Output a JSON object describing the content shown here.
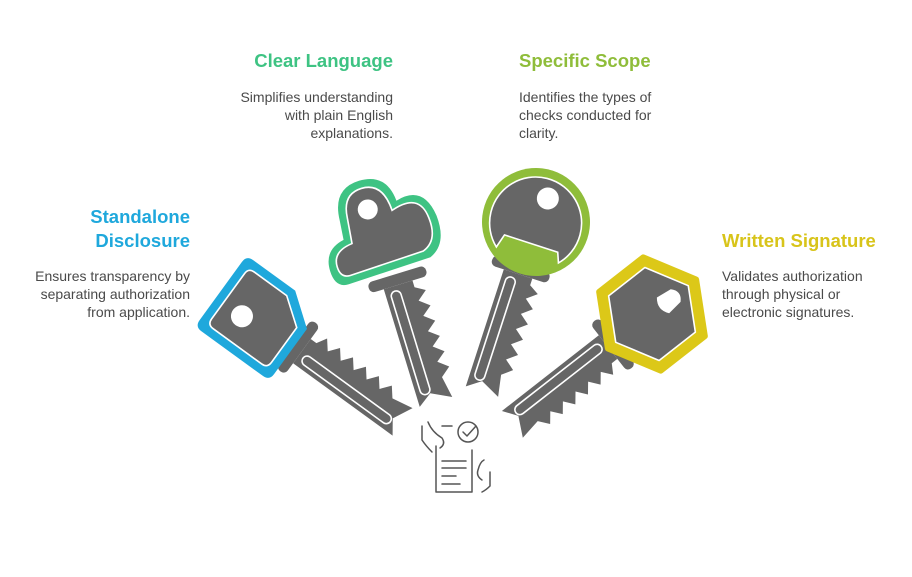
{
  "items": [
    {
      "title_lines": [
        "Standalone",
        "Disclosure"
      ],
      "desc_lines": [
        "Ensures transparency by",
        "separating authorization",
        "from application."
      ],
      "color": "#1fa8dc"
    },
    {
      "title_lines": [
        "Clear Language"
      ],
      "desc_lines": [
        "Simplifies understanding",
        "with plain English",
        "explanations."
      ],
      "color": "#3ec383"
    },
    {
      "title_lines": [
        "Specific Scope"
      ],
      "desc_lines": [
        "Identifies the types of",
        "checks conducted for",
        "clarity."
      ],
      "color": "#8fbd3a"
    },
    {
      "title_lines": [
        "Written Signature"
      ],
      "desc_lines": [
        "Validates authorization",
        "through physical or",
        "electronic signatures."
      ],
      "color": "#dcc818"
    }
  ],
  "key_color": "#666666",
  "center_icon": "clipboard-check-hands-icon"
}
